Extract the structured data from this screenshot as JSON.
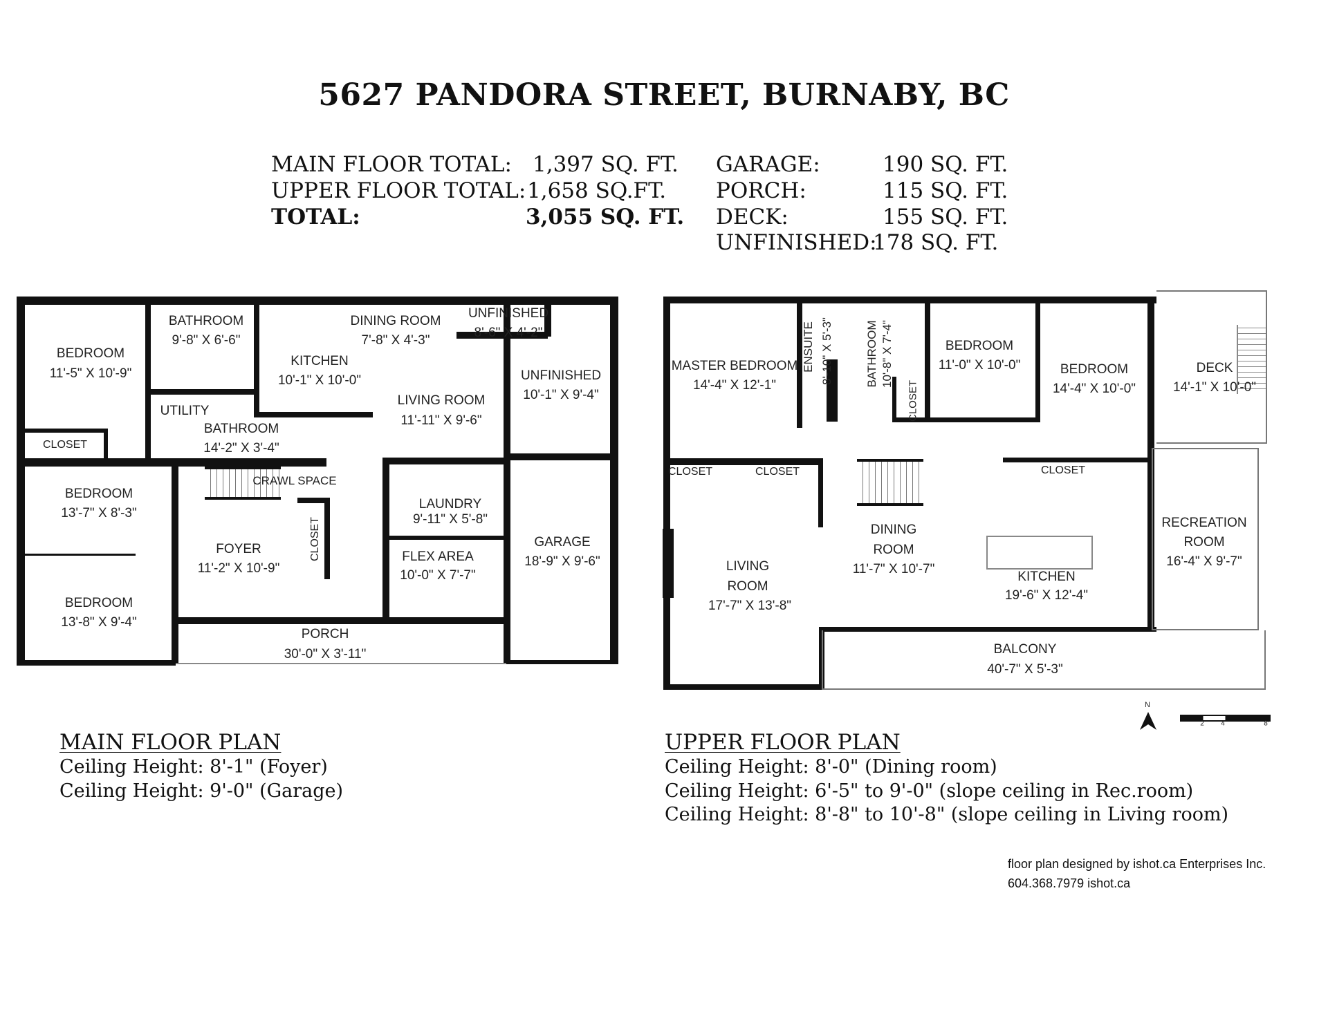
{
  "title": "5627 PANDORA STREET, BURNABY, BC",
  "areas_left": [
    {
      "label": "MAIN FLOOR TOTAL:",
      "value": "1,397 SQ. FT."
    },
    {
      "label": "UPPER FLOOR TOTAL:",
      "value": "1,658 SQ.FT."
    },
    {
      "label": "TOTAL:",
      "value": "3,055 SQ. FT."
    }
  ],
  "areas_right": [
    {
      "label": "GARAGE:",
      "value": "190 SQ. FT."
    },
    {
      "label": "PORCH:",
      "value": "115 SQ. FT."
    },
    {
      "label": "DECK:",
      "value": "155 SQ. FT."
    },
    {
      "label": "UNFINISHED:",
      "value": "178 SQ. FT."
    }
  ],
  "main_rooms": [
    {
      "name": "BEDROOM",
      "dims": "11'-5\" X 10'-9\""
    },
    {
      "name": "BATHROOM",
      "dims": "9'-8\" X 6'-6\""
    },
    {
      "name": "DINING ROOM",
      "dims": "7'-8\" X 4'-3\""
    },
    {
      "name": "UNFINISHED",
      "dims": "8'-6\" X 4'-2\""
    },
    {
      "name": "KITCHEN",
      "dims": "10'-1\" X 10'-0\""
    },
    {
      "name": "UNFINISHED",
      "dims": "10'-1\" X 9'-4\""
    },
    {
      "name": "LIVING ROOM",
      "dims": "11'-11\" X 9'-6\""
    },
    {
      "name": "UTILITY"
    },
    {
      "name": "BATHROOM",
      "dims": "14'-2\" X 3'-4\""
    },
    {
      "name": "CLOSET"
    },
    {
      "name": "CRAWL SPACE"
    },
    {
      "name": "BEDROOM",
      "dims": "13'-7\" X 8'-3\""
    },
    {
      "name": "LAUNDRY",
      "dims": "9'-11\" X 5'-8\""
    },
    {
      "name": "FOYER",
      "dims": "11'-2\" X 10'-9\""
    },
    {
      "name": "CLOSET"
    },
    {
      "name": "FLEX AREA",
      "dims": "10'-0\" X 7'-7\""
    },
    {
      "name": "GARAGE",
      "dims": "18'-9\" X 9'-6\""
    },
    {
      "name": "BEDROOM",
      "dims": "13'-8\" X 9'-4\""
    },
    {
      "name": "PORCH",
      "dims": "30'-0\" X 3'-11\""
    }
  ],
  "upper_rooms": [
    {
      "name": "MASTER BEDROOM",
      "dims": "14'-4\" X 12'-1\""
    },
    {
      "name": "ENSUITE",
      "dims": "8'-10\" X 5'-3\""
    },
    {
      "name": "BATHROOM",
      "dims": "10'-8\" X 7'-4\""
    },
    {
      "name": "BEDROOM",
      "dims": "11'-0\" X 10'-0\""
    },
    {
      "name": "CLOSET"
    },
    {
      "name": "BEDROOM",
      "dims": "14'-4\" X 10'-0\""
    },
    {
      "name": "DECK",
      "dims": "14'-1\" X 10'-0\""
    },
    {
      "name": "CLOSET"
    },
    {
      "name": "CLOSET"
    },
    {
      "name": "CLOSET"
    },
    {
      "name": "DINING",
      "name2": "ROOM",
      "dims": "11'-7\" X 10'-7\""
    },
    {
      "name": "LIVING",
      "name2": "ROOM",
      "dims": "17'-7\" X 13'-8\""
    },
    {
      "name": "KITCHEN",
      "dims": "19'-6\" X 12'-4\""
    },
    {
      "name": "RECREATION",
      "name2": "ROOM",
      "dims": "16'-4\" X 9'-7\""
    },
    {
      "name": "BALCONY",
      "dims": "40'-7\" X 5'-3\""
    }
  ],
  "main_plan": {
    "heading": "MAIN FLOOR PLAN",
    "notes": [
      "Ceiling Height: 8'-1\" (Foyer)",
      "Ceiling Height: 9'-0\" (Garage)"
    ]
  },
  "upper_plan": {
    "heading": "UPPER FLOOR PLAN",
    "notes": [
      "Ceiling Height: 8'-0\" (Dining room)",
      "Ceiling Height: 6'-5\" to 9'-0\" (slope ceiling in Rec.room)",
      "Ceiling Height: 8'-8\" to 10'-8\" (slope ceiling in Living room)"
    ]
  },
  "compass": {
    "label": "N"
  },
  "scale_bar": {
    "ticks": [
      "2",
      "4",
      "8'"
    ]
  },
  "credit": {
    "line1": "floor plan designed by ishot.ca Enterprises Inc.",
    "line2": "604.368.7979  ishot.ca"
  }
}
